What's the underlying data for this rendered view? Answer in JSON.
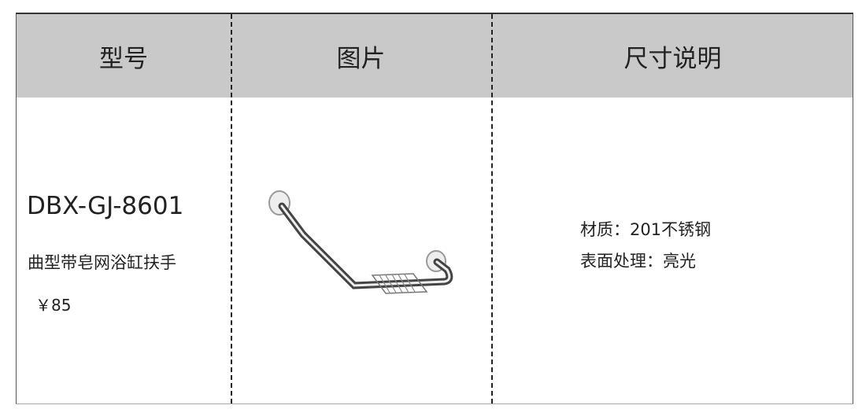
{
  "headers": [
    "型号",
    "图片",
    "尺寸说明"
  ],
  "row": {
    "model": "DBX-GJ-8601",
    "name": "曲型带皂网浴缸扶手",
    "price": "￥85",
    "specs": [
      "材质：201不锈钢",
      "表面处理：亮光"
    ]
  },
  "colors": {
    "header_bg": "#c9c9c9"
  }
}
